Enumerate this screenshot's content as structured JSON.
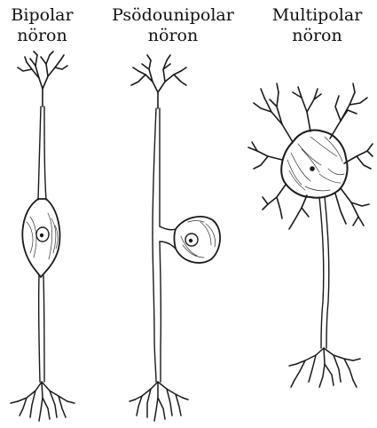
{
  "neurons": [
    {
      "name_line1": "Bipolar",
      "name_line2": "nöron"
    },
    {
      "name_line1": "Psödounipolar",
      "name_line2": "nöron"
    },
    {
      "name_line1": "Multipolar",
      "name_line2": "nöron"
    }
  ],
  "colors": {
    "ink": "#1a1a1a",
    "background": "#ffffff"
  }
}
